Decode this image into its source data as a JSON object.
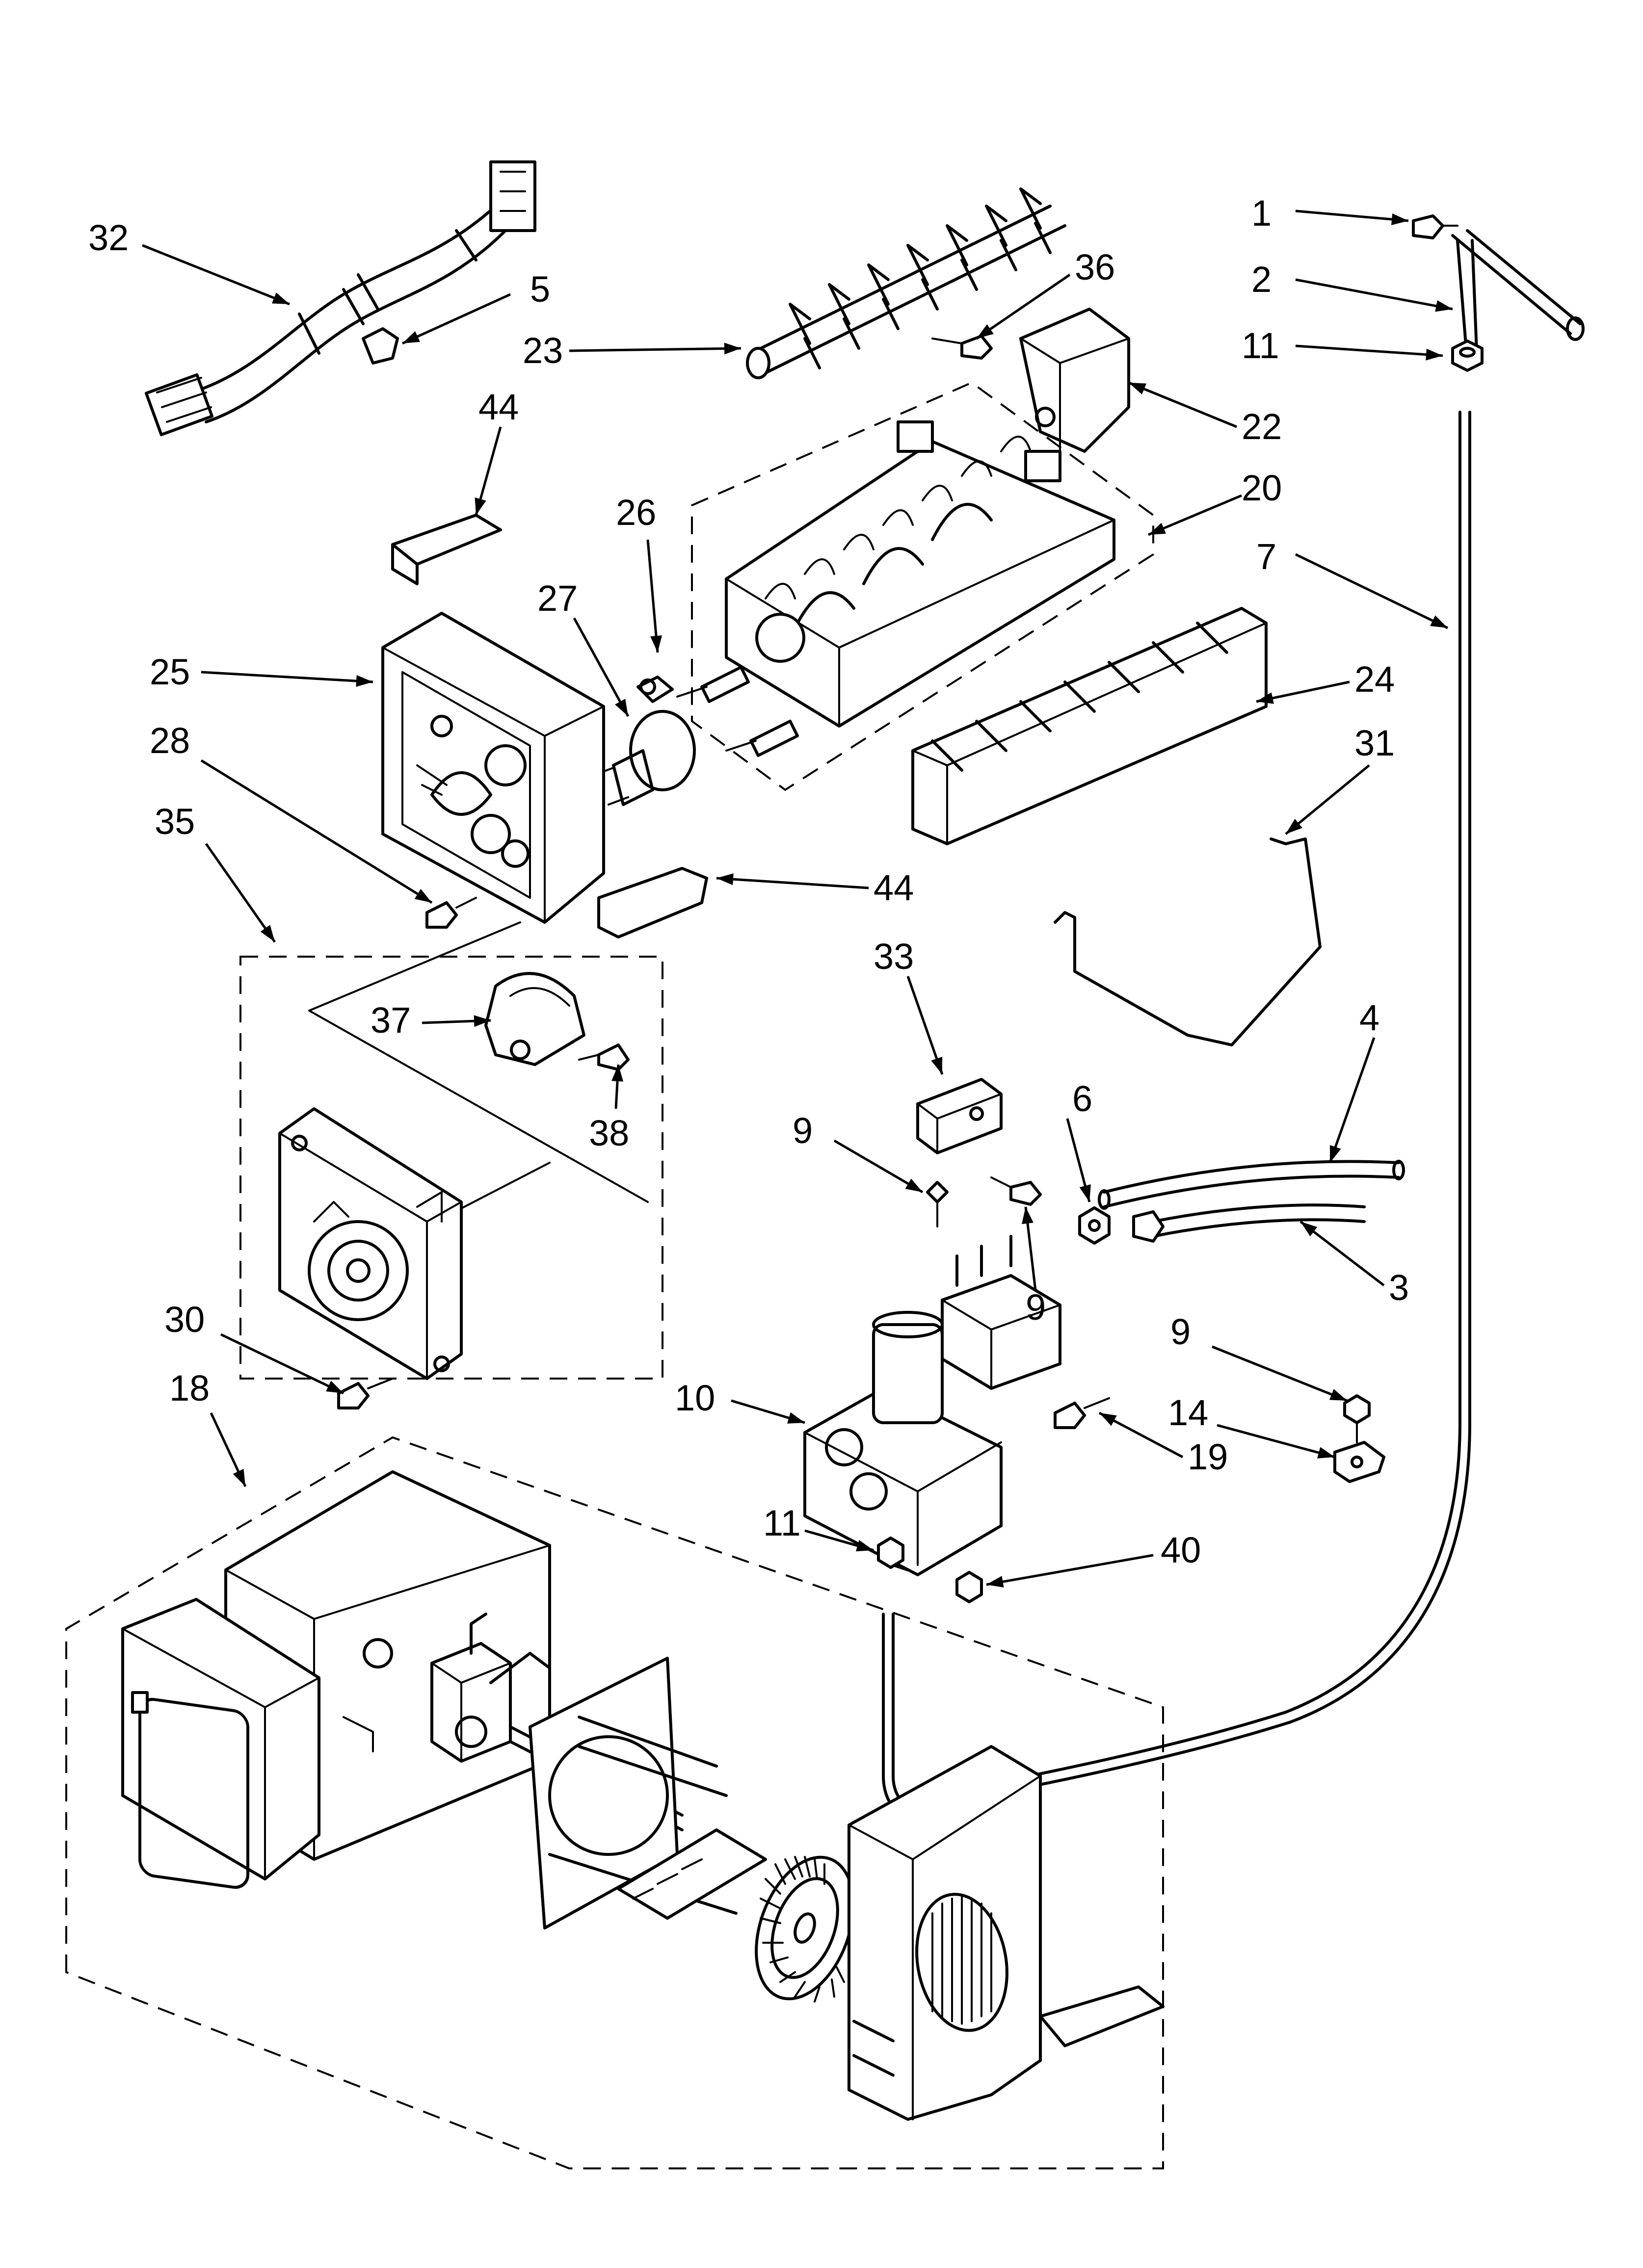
{
  "diagram": {
    "callouts": [
      {
        "id": "c1",
        "label": "1"
      },
      {
        "id": "c2",
        "label": "2"
      },
      {
        "id": "c11a",
        "label": "11"
      },
      {
        "id": "c7",
        "label": "7"
      },
      {
        "id": "c32",
        "label": "32"
      },
      {
        "id": "c5",
        "label": "5"
      },
      {
        "id": "c36",
        "label": "36"
      },
      {
        "id": "c23",
        "label": "23"
      },
      {
        "id": "c22",
        "label": "22"
      },
      {
        "id": "c44a",
        "label": "44"
      },
      {
        "id": "c26",
        "label": "26"
      },
      {
        "id": "c20",
        "label": "20"
      },
      {
        "id": "c27",
        "label": "27"
      },
      {
        "id": "c25",
        "label": "25"
      },
      {
        "id": "c24",
        "label": "24"
      },
      {
        "id": "c28",
        "label": "28"
      },
      {
        "id": "c31",
        "label": "31"
      },
      {
        "id": "c35",
        "label": "35"
      },
      {
        "id": "c44b",
        "label": "44"
      },
      {
        "id": "c33",
        "label": "33"
      },
      {
        "id": "c37",
        "label": "37"
      },
      {
        "id": "c4",
        "label": "4"
      },
      {
        "id": "c38",
        "label": "38"
      },
      {
        "id": "c9a",
        "label": "9"
      },
      {
        "id": "c6",
        "label": "6"
      },
      {
        "id": "c3",
        "label": "3"
      },
      {
        "id": "c9b",
        "label": "9"
      },
      {
        "id": "c30",
        "label": "30"
      },
      {
        "id": "c9c",
        "label": "9"
      },
      {
        "id": "c18",
        "label": "18"
      },
      {
        "id": "c10",
        "label": "10"
      },
      {
        "id": "c14",
        "label": "14"
      },
      {
        "id": "c19",
        "label": "19"
      },
      {
        "id": "c11b",
        "label": "11"
      },
      {
        "id": "c40",
        "label": "40"
      }
    ]
  }
}
